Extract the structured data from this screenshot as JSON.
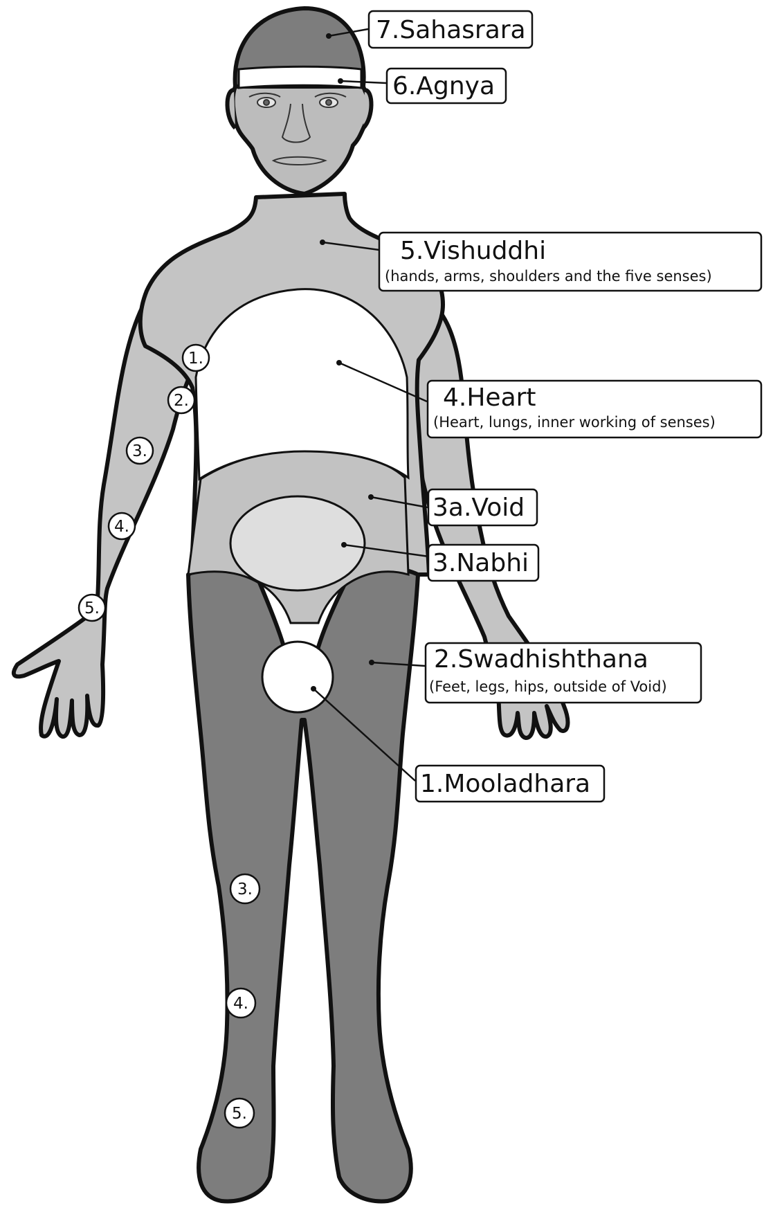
{
  "colors": {
    "light_gray": "#c4c4c4",
    "dark_gray": "#7d7d7d",
    "void_gray": "#c2c2c2",
    "nabhi_gray": "#dedede",
    "face_gray": "#bcbcbc",
    "white": "#ffffff",
    "outline": "#111111"
  },
  "labels": {
    "sahasrara": "7.Sahasrara",
    "agnya": "6.Agnya",
    "vishuddhi": "5.Vishuddhi",
    "vishuddhi_sub": "(hands, arms, shoulders and the five senses)",
    "heart": "4.Heart",
    "heart_sub": "(Heart, lungs, inner working of senses)",
    "void": "3a.Void",
    "nabhi": "3.Nabhi",
    "swadhishthana": "2.Swadhishthana",
    "swadhishthana_sub": "(Feet, legs, hips, outside of Void)",
    "mooladhara": "1.Mooladhara"
  },
  "arm_markers": [
    "1.",
    "2.",
    "3.",
    "4.",
    "5."
  ],
  "leg_markers": [
    "3.",
    "4.",
    "5."
  ]
}
